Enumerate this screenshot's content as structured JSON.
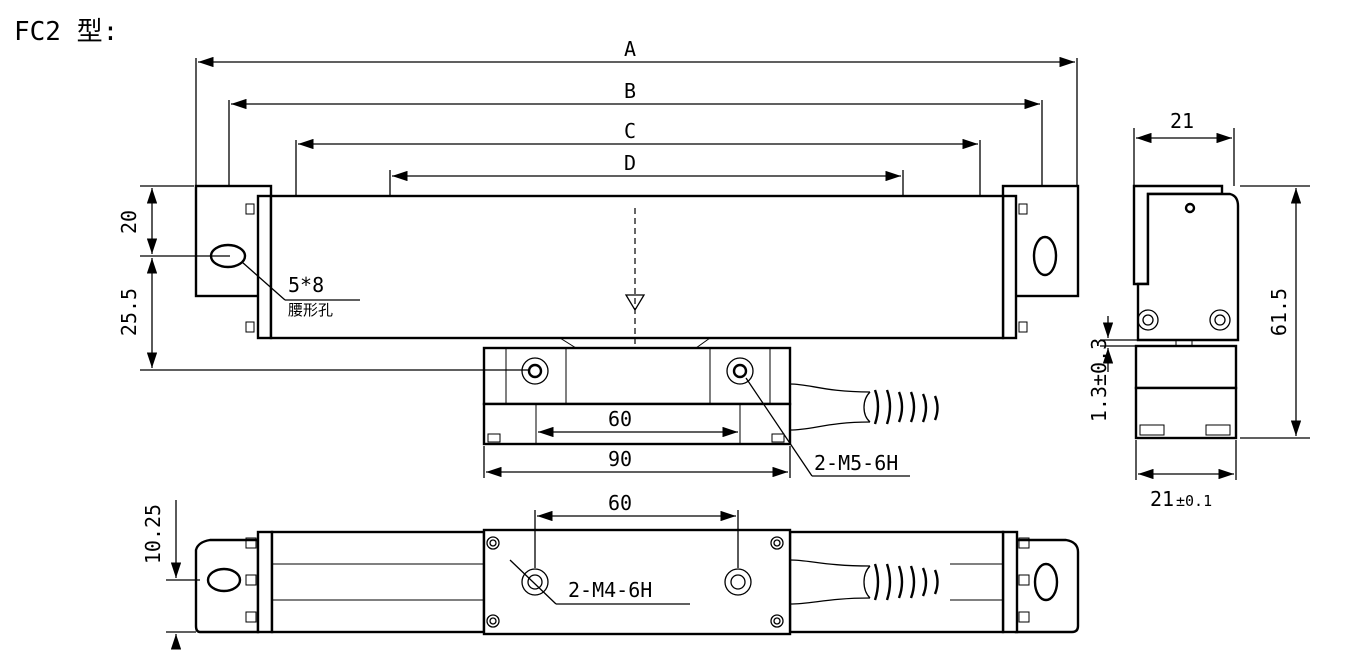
{
  "title": "FC2 型:",
  "labels": {
    "dim_a": "A",
    "dim_b": "B",
    "dim_c": "C",
    "dim_d": "D",
    "dim_60_front": "60",
    "dim_90": "90",
    "dim_60_bottom": "60",
    "dim_20": "20",
    "dim_25_5": "25.5",
    "dim_10_25": "10.25",
    "dim_21_top": "21",
    "dim_61_5": "61.5",
    "dim_1_3": "1.3±0.3",
    "dim_21_bottom": "21",
    "dim_21_tol": "±0.1",
    "slot_size": "5*8",
    "slot_name": "腰形孔",
    "thread_m5": "2-M5-6H",
    "thread_m4": "2-M4-6H"
  }
}
